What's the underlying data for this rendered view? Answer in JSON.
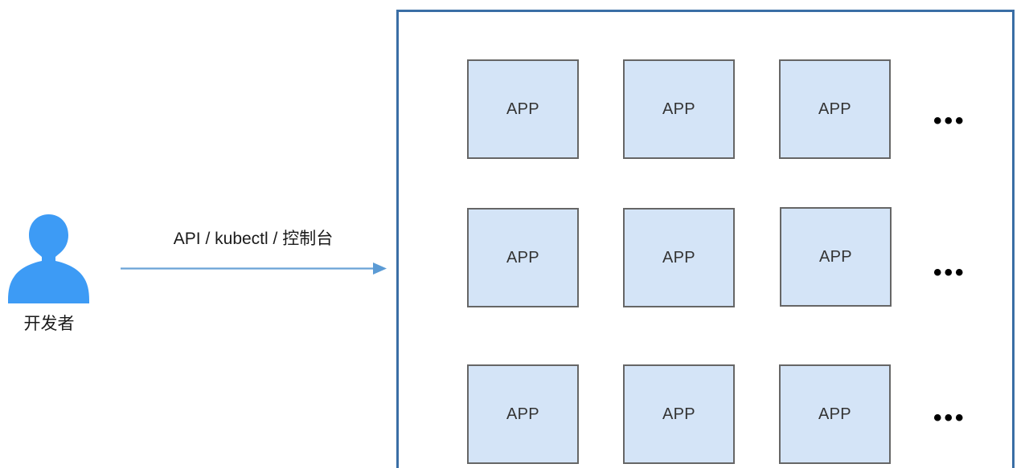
{
  "diagram": {
    "actor": {
      "icon": "user-silhouette-icon",
      "label": "开发者",
      "icon_color": "#3d9bf5"
    },
    "flow": {
      "label": "API / kubectl / 控制台",
      "arrow_color": "#6ba3d6",
      "direction": "right"
    },
    "cluster": {
      "border_color": "#3a6ea5",
      "rows": [
        {
          "boxes": [
            {
              "label": "APP"
            },
            {
              "label": "APP"
            },
            {
              "label": "APP"
            }
          ],
          "overflow": "•••"
        },
        {
          "boxes": [
            {
              "label": "APP"
            },
            {
              "label": "APP"
            },
            {
              "label": "APP"
            }
          ],
          "overflow": "•••"
        },
        {
          "boxes": [
            {
              "label": "APP"
            },
            {
              "label": "APP"
            },
            {
              "label": "APP"
            }
          ],
          "overflow": "•••"
        }
      ],
      "box_fill": "#d4e4f7",
      "box_border": "#666666"
    }
  }
}
